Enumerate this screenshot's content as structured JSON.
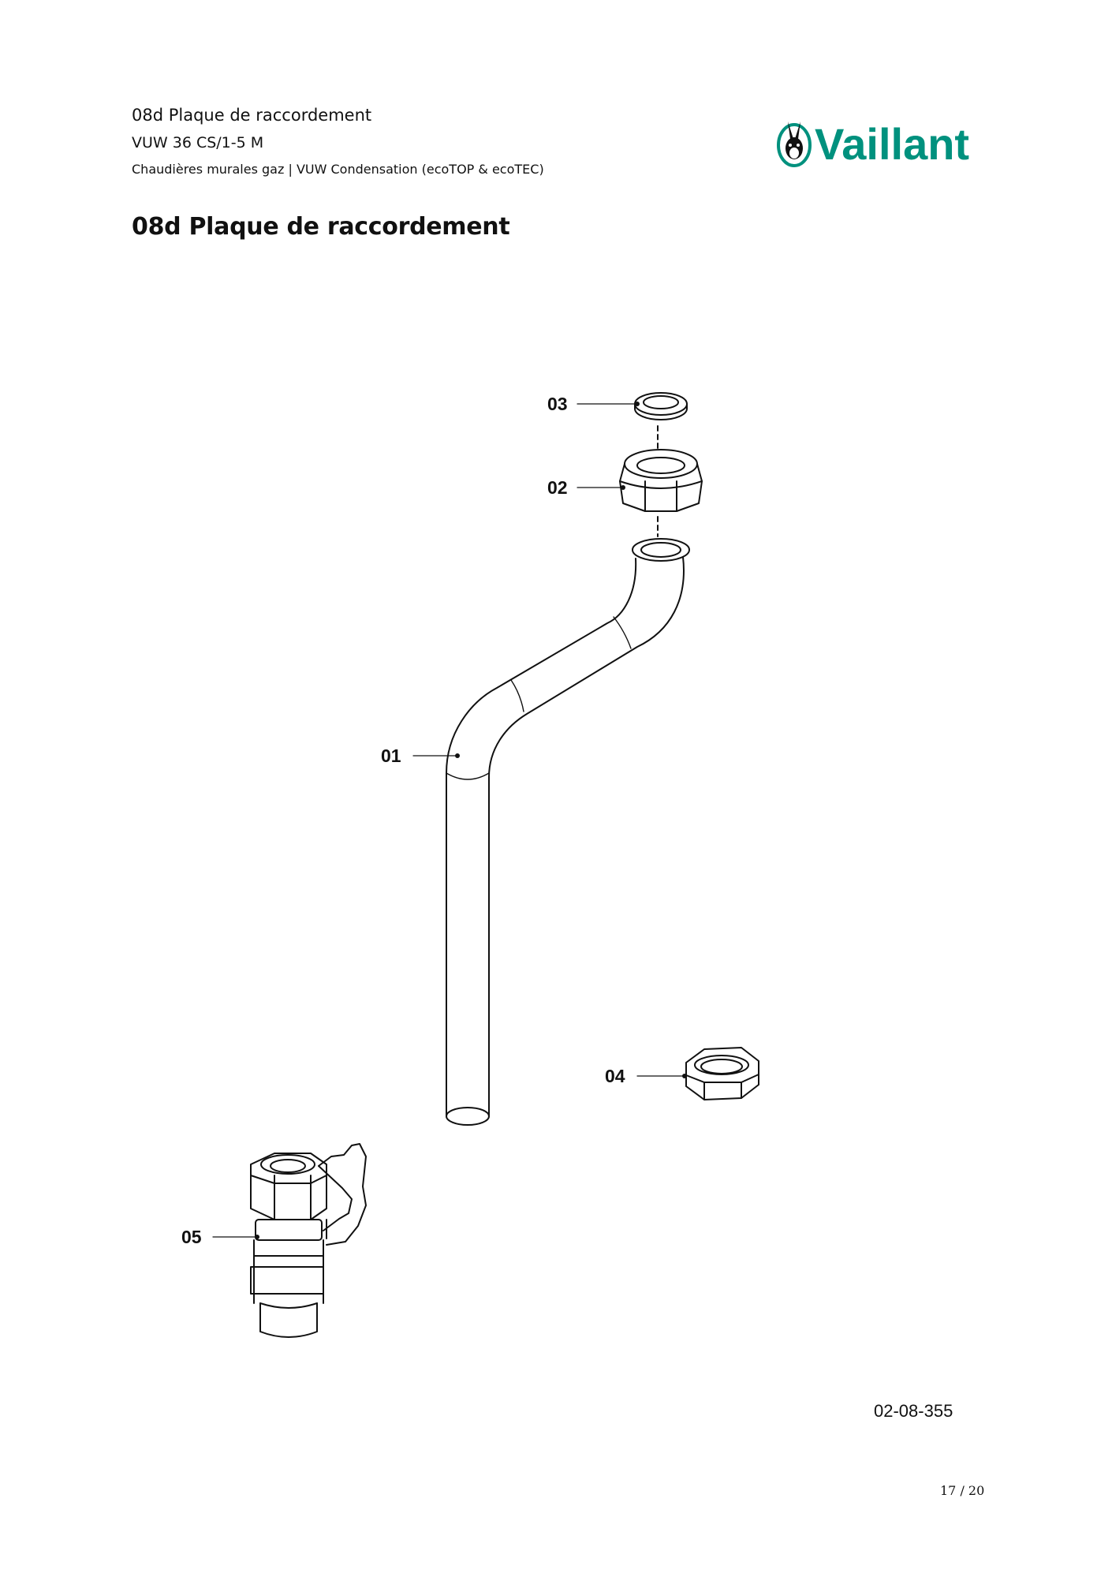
{
  "header": {
    "title": "08d Plaque de raccordement",
    "model": "VUW 36 CS/1-5 M",
    "category": "Chaudières murales gaz | VUW Condensation (ecoTOP & ecoTEC)"
  },
  "brand": {
    "name": "Vaillant",
    "color": "#00917e"
  },
  "page_title": "08d Plaque de raccordement",
  "diagram": {
    "parts": [
      {
        "id": "01",
        "label": "01"
      },
      {
        "id": "02",
        "label": "02"
      },
      {
        "id": "03",
        "label": "03"
      },
      {
        "id": "04",
        "label": "04"
      },
      {
        "id": "05",
        "label": "05"
      }
    ],
    "drawing_number": "02-08-355"
  },
  "footer": {
    "page_number": "17 / 20"
  }
}
